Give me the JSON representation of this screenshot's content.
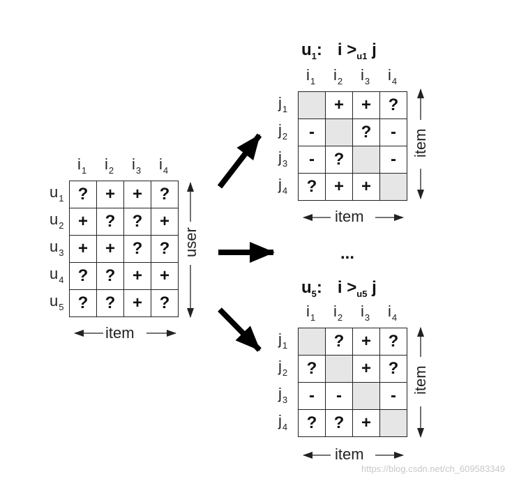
{
  "left_matrix": {
    "col_labels": [
      {
        "base": "i",
        "sub": "1"
      },
      {
        "base": "i",
        "sub": "2"
      },
      {
        "base": "i",
        "sub": "3"
      },
      {
        "base": "i",
        "sub": "4"
      }
    ],
    "row_labels": [
      {
        "base": "u",
        "sub": "1"
      },
      {
        "base": "u",
        "sub": "2"
      },
      {
        "base": "u",
        "sub": "3"
      },
      {
        "base": "u",
        "sub": "4"
      },
      {
        "base": "u",
        "sub": "5"
      }
    ],
    "cells": [
      [
        "?",
        "+",
        "+",
        "?"
      ],
      [
        "+",
        "?",
        "?",
        "+"
      ],
      [
        "+",
        "+",
        "?",
        "?"
      ],
      [
        "?",
        "?",
        "+",
        "+"
      ],
      [
        "?",
        "?",
        "+",
        "?"
      ]
    ],
    "x_axis": "item",
    "y_axis": "user"
  },
  "top_matrix": {
    "title": {
      "user": "u",
      "user_sub": "1",
      "colon": ":",
      "rel": "i >",
      "rel_sub": "u1",
      "rel_tail": "j"
    },
    "col_labels": [
      {
        "base": "i",
        "sub": "1"
      },
      {
        "base": "i",
        "sub": "2"
      },
      {
        "base": "i",
        "sub": "3"
      },
      {
        "base": "i",
        "sub": "4"
      }
    ],
    "row_labels": [
      {
        "base": "j",
        "sub": "1"
      },
      {
        "base": "j",
        "sub": "2"
      },
      {
        "base": "j",
        "sub": "3"
      },
      {
        "base": "j",
        "sub": "4"
      }
    ],
    "cells": [
      [
        "",
        "+",
        "+",
        "?"
      ],
      [
        "-",
        "",
        "?",
        "-"
      ],
      [
        "-",
        "?",
        "",
        "-"
      ],
      [
        "?",
        "+",
        "+",
        ""
      ]
    ],
    "x_axis": "item",
    "y_axis": "item"
  },
  "bottom_matrix": {
    "title": {
      "user": "u",
      "user_sub": "5",
      "colon": ":",
      "rel": "i >",
      "rel_sub": "u5",
      "rel_tail": "j"
    },
    "col_labels": [
      {
        "base": "i",
        "sub": "1"
      },
      {
        "base": "i",
        "sub": "2"
      },
      {
        "base": "i",
        "sub": "3"
      },
      {
        "base": "i",
        "sub": "4"
      }
    ],
    "row_labels": [
      {
        "base": "j",
        "sub": "1"
      },
      {
        "base": "j",
        "sub": "2"
      },
      {
        "base": "j",
        "sub": "3"
      },
      {
        "base": "j",
        "sub": "4"
      }
    ],
    "cells": [
      [
        "",
        "?",
        "+",
        "?"
      ],
      [
        "?",
        "",
        "+",
        "?"
      ],
      [
        "-",
        "-",
        "",
        "-"
      ],
      [
        "?",
        "?",
        "+",
        ""
      ]
    ],
    "x_axis": "item",
    "y_axis": "item"
  },
  "ellipsis": "...",
  "watermark": "https://blog.csdn.net/ch_609583349"
}
